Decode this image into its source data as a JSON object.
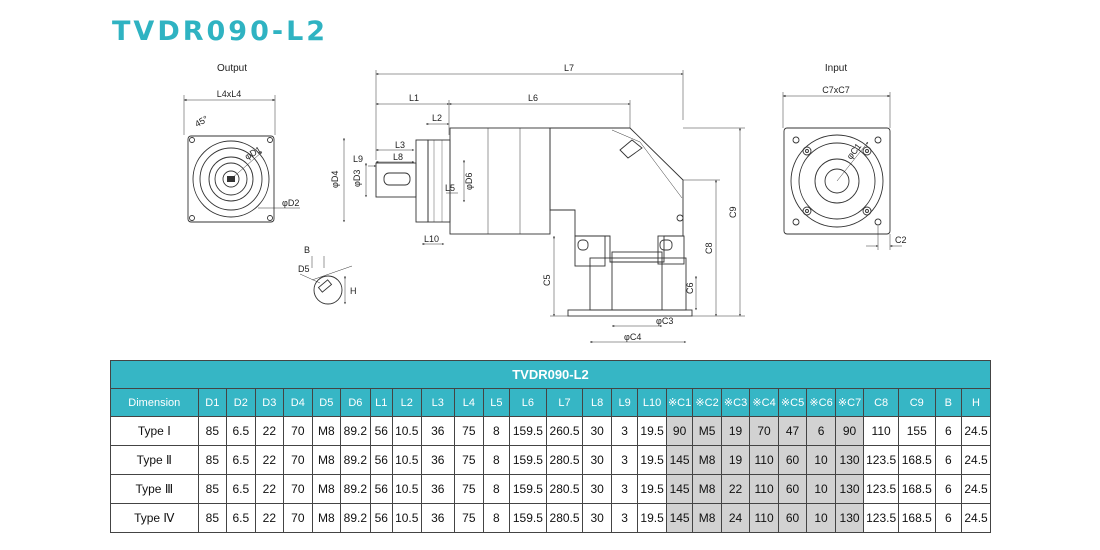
{
  "title": "TVDR090-L2",
  "views": {
    "output": {
      "caption": "Output",
      "dims": {
        "l4xl4": "L4xL4",
        "angle": "45°",
        "d1": "φD1",
        "d2": "φD2"
      }
    },
    "input": {
      "caption": "Input",
      "dims": {
        "c7xc7": "C7xC7",
        "c1": "φC1",
        "c2": "C2"
      }
    },
    "side": {
      "dims": {
        "l7": "L7",
        "l1": "L1",
        "l6": "L6",
        "l2": "L2",
        "l3": "L3",
        "l8": "L8",
        "l9": "L9",
        "d4": "φD4",
        "d3": "φD3",
        "d6": "φD6",
        "l5": "L5",
        "l10": "L10",
        "c9": "C9",
        "c8": "C8",
        "c5": "C5",
        "c6": "C6",
        "c3": "φC3",
        "c4": "φC4"
      }
    },
    "key": {
      "dims": {
        "b": "B",
        "d5": "D5",
        "h": "H"
      }
    }
  },
  "table": {
    "title": "TVDR090-L2",
    "columns": [
      "Dimension",
      "D1",
      "D2",
      "D3",
      "D4",
      "D5",
      "D6",
      "L1",
      "L2",
      "L3",
      "L4",
      "L5",
      "L6",
      "L7",
      "L8",
      "L9",
      "L10",
      "※C1",
      "※C2",
      "※C3",
      "※C4",
      "※C5",
      "※C6",
      "※C7",
      "C8",
      "C9",
      "B",
      "H"
    ],
    "shaded_columns": [
      17,
      18,
      19,
      20,
      21,
      22,
      23
    ],
    "rows": [
      [
        "Type Ⅰ",
        "85",
        "6.5",
        "22",
        "70",
        "M8",
        "89.2",
        "56",
        "10.5",
        "36",
        "75",
        "8",
        "159.5",
        "260.5",
        "30",
        "3",
        "19.5",
        "90",
        "M5",
        "19",
        "70",
        "47",
        "6",
        "90",
        "110",
        "155",
        "6",
        "24.5"
      ],
      [
        "Type Ⅱ",
        "85",
        "6.5",
        "22",
        "70",
        "M8",
        "89.2",
        "56",
        "10.5",
        "36",
        "75",
        "8",
        "159.5",
        "280.5",
        "30",
        "3",
        "19.5",
        "145",
        "M8",
        "19",
        "110",
        "60",
        "10",
        "130",
        "123.5",
        "168.5",
        "6",
        "24.5"
      ],
      [
        "Type Ⅲ",
        "85",
        "6.5",
        "22",
        "70",
        "M8",
        "89.2",
        "56",
        "10.5",
        "36",
        "75",
        "8",
        "159.5",
        "280.5",
        "30",
        "3",
        "19.5",
        "145",
        "M8",
        "22",
        "110",
        "60",
        "10",
        "130",
        "123.5",
        "168.5",
        "6",
        "24.5"
      ],
      [
        "Type Ⅳ",
        "85",
        "6.5",
        "22",
        "70",
        "M8",
        "89.2",
        "56",
        "10.5",
        "36",
        "75",
        "8",
        "159.5",
        "280.5",
        "30",
        "3",
        "19.5",
        "145",
        "M8",
        "24",
        "110",
        "60",
        "10",
        "130",
        "123.5",
        "168.5",
        "6",
        "24.5"
      ]
    ]
  },
  "colors": {
    "accent": "#36b6c5",
    "title": "#2fb3c2",
    "shade": "#d2d2d2"
  }
}
